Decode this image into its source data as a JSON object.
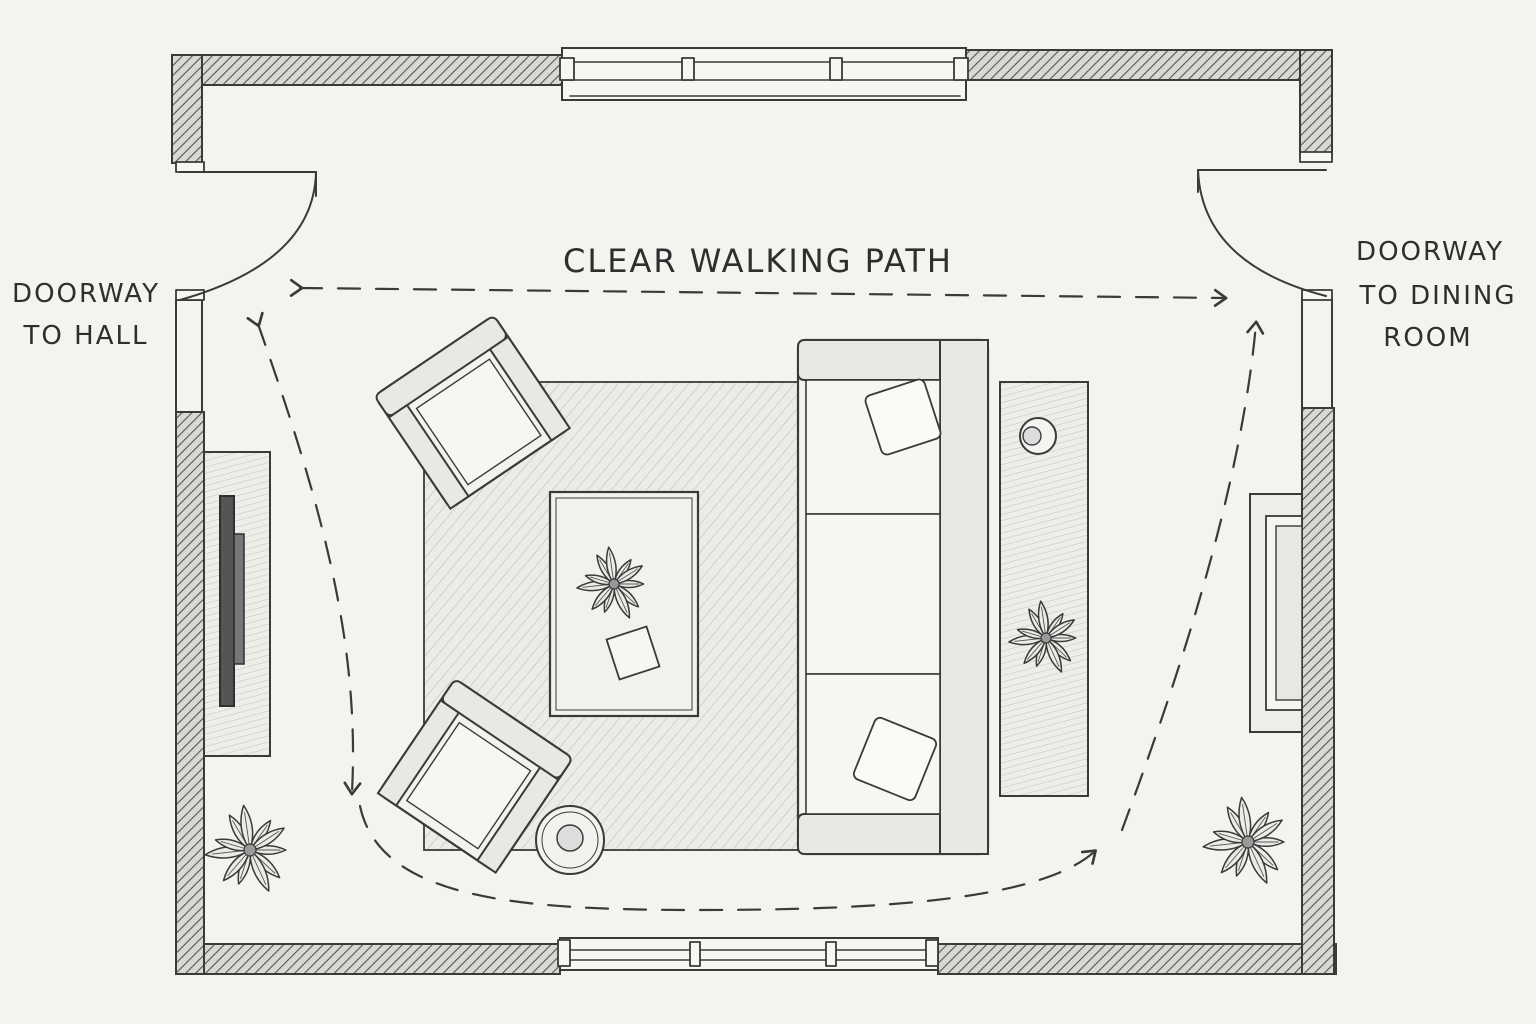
{
  "labels": {
    "path_label": "CLEAR WALKING PATH",
    "left_door_line1": "DOORWAY",
    "left_door_line2": "TO HALL",
    "right_door_line1": "DOORWAY",
    "right_door_line2": "TO DINING",
    "right_door_line3": "ROOM"
  },
  "style": {
    "ink": "#3a3a3a",
    "wall_hatch": "#555555",
    "paper": "#f4f3ef"
  }
}
